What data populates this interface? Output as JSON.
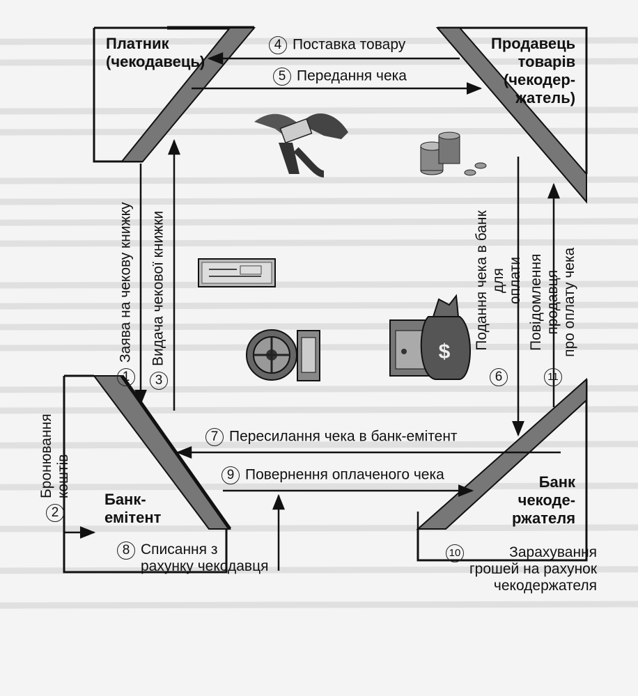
{
  "boxes": {
    "payer": "Платник\n(чекодавець)",
    "seller": "Продавець\nтоварів\n(чекодер-\nжатель)",
    "issuer_bank": "Банк-\nемітент",
    "holder_bank": "Банк\nчекоде-\nржателя"
  },
  "steps": [
    {
      "n": "1",
      "text": "Заява на чекову книжку"
    },
    {
      "n": "2",
      "text": "Бронювання\nкоштів"
    },
    {
      "n": "3",
      "text": "Видача чекової книжки"
    },
    {
      "n": "4",
      "text": "Поставка товару"
    },
    {
      "n": "5",
      "text": "Передання чека"
    },
    {
      "n": "6",
      "text": "Подання чека в банк для\nоплати"
    },
    {
      "n": "7",
      "text": "Пересилання чека в банк-емітент"
    },
    {
      "n": "8",
      "text": "Списання з\nрахунку чекодавця"
    },
    {
      "n": "9",
      "text": "Повернення оплаченого чека"
    },
    {
      "n": "10",
      "text": "Зарахування\nгрошей на рахунок\nчекодержателя"
    },
    {
      "n": "11",
      "text": "Повідомлення продавця\nпро оплату чека"
    }
  ],
  "icons": [
    "handshake-icon",
    "coins-icon",
    "cheque-icon",
    "vault-icon",
    "money-bag-safe-icon"
  ],
  "colors": {
    "ink": "#111111",
    "paper": "#f4f4f4",
    "gray": "#9a9a9a"
  }
}
